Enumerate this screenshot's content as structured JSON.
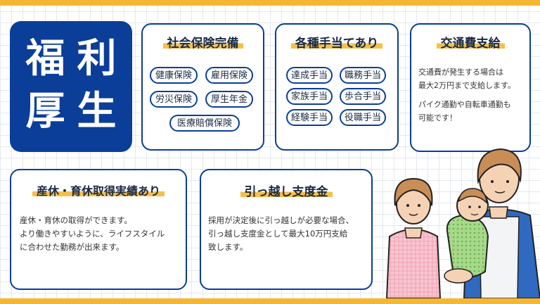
{
  "title_chars": [
    "福",
    "利",
    "厚",
    "生"
  ],
  "card1": {
    "title": "社会保険完備",
    "tags": [
      "健康保険",
      "雇用保険",
      "労災保険",
      "厚生年金",
      "医療賠償保険"
    ]
  },
  "card2": {
    "title": "各種手当てあり",
    "tags": [
      "達成手当",
      "職務手当",
      "家族手当",
      "歩合手当",
      "経験手当",
      "役職手当"
    ]
  },
  "card3": {
    "title": "交通費支給",
    "lines": [
      "交通費が発生する場合は",
      "最大2万円まで支給します。",
      "",
      "パイク通勤や自転車通勤も",
      "可能です！"
    ]
  },
  "card4": {
    "title": "産休・育休取得実績あり",
    "lines": [
      "産休・育休の取得ができます。",
      "より働きやすいように、ライフスタイル",
      "に合わせた勤務が出来ます。"
    ]
  },
  "card5": {
    "title": "引っ越し支度金",
    "lines": [
      "採用が決定後に引っ越しが必要な場合、",
      "引っ越し支度金として最大10万円支給",
      "致します。"
    ]
  },
  "colors": {
    "navy": "#0a3e99",
    "yellow": "#f5b633"
  }
}
